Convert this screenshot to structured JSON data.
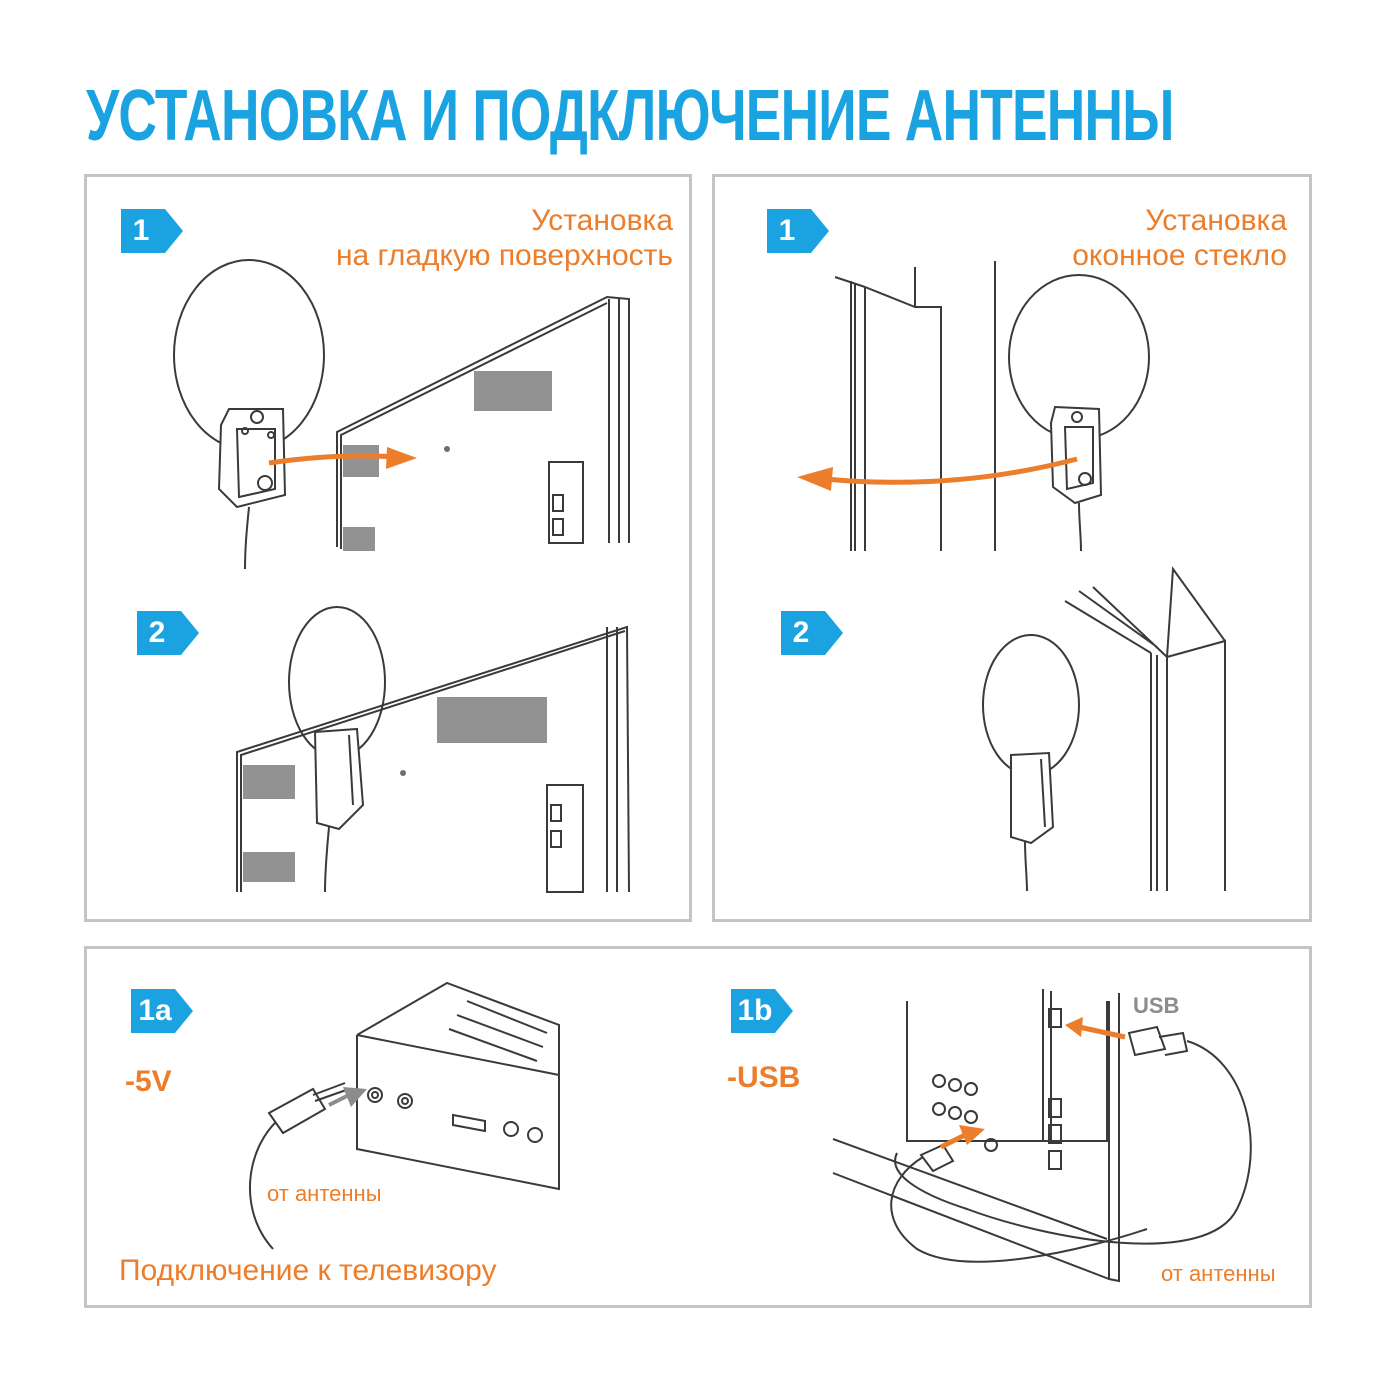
{
  "title": "УСТАНОВКА И ПОДКЛЮЧЕНИЕ АНТЕННЫ",
  "colors": {
    "accent_blue": "#1aa3e0",
    "accent_orange": "#ec7d2a",
    "panel_border": "#c4c4c4",
    "line": "#3a3a3a"
  },
  "panels": {
    "surface": {
      "caption_line1": "Установка",
      "caption_line2": "на гладкую поверхность",
      "steps": [
        "1",
        "2"
      ]
    },
    "window": {
      "caption_line1": "Установка",
      "caption_line2": "оконное стекло",
      "steps": [
        "1",
        "2"
      ]
    },
    "connection": {
      "step_a": "1a",
      "step_b": "1b",
      "voltage": "-5V",
      "usb_power": "-USB",
      "from_antenna_left": "от антенны",
      "from_antenna_right": "от антенны",
      "usb_label": "USB",
      "connection_caption": "Подключение к телевизору"
    }
  }
}
